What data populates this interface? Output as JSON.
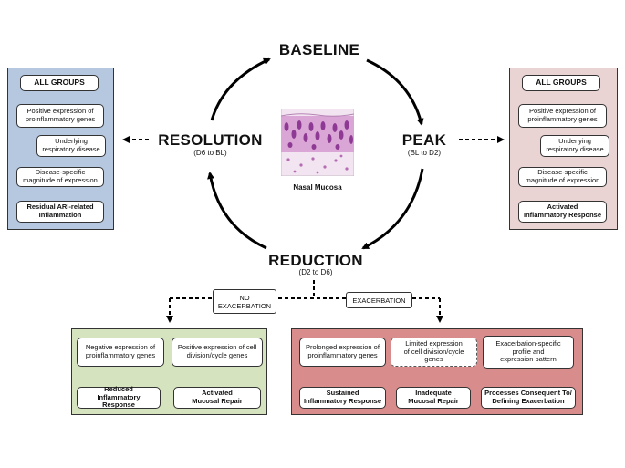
{
  "stages": {
    "baseline": "BASELINE",
    "peak": {
      "label": "PEAK",
      "sub": "(BL to D2)"
    },
    "resolution": {
      "label": "RESOLUTION",
      "sub": "(D6 to BL)"
    },
    "reduction": {
      "label": "REDUCTION",
      "sub": "(D2 to D6)"
    }
  },
  "center": {
    "caption": "Nasal Mucosa"
  },
  "left_panel": {
    "title": "ALL GROUPS",
    "box1": "Positive expression of\nproinflammatory genes",
    "box2": "Underlying\nrespiratory disease",
    "box3": "Disease-specific\nmagnitude of expression",
    "box4": "Residual ARI-related\nInflammation"
  },
  "right_panel": {
    "title": "ALL GROUPS",
    "box1": "Positive expression of\nproinflammatory  genes",
    "box2": "Underlying\nrespiratory disease",
    "box3": "Disease-specific\nmagnitude of expression",
    "box4": "Activated\nInflammatory Response"
  },
  "branches": {
    "no_exacerbation": "NO\nEXACERBATION",
    "exacerbation": "EXACERBATION"
  },
  "green_panel": {
    "top1": "Negative expression of\nproinflammatory genes",
    "top2": "Positive expression of cell\ndivision/cycle genes",
    "bottom1": "Reduced\nInflammatory Response",
    "bottom2": "Activated\nMucosal Repair"
  },
  "red_panel": {
    "top1": "Prolonged expression of\nproinflammatory genes",
    "top2": "Limited expression\nof cell division/cycle genes",
    "top3": "Exacerbation-specific\nprofile and\nexpression pattern",
    "bottom1": "Sustained\nInflammatory Response",
    "bottom2": "Inadequate\nMucosal Repair",
    "bottom3": "Processes Consequent To/\nDefining Exacerbation"
  },
  "colors": {
    "left_panel_bg": "#b5c8df",
    "right_panel_bg": "#ead3d3",
    "green_panel_bg": "#d5e3be",
    "red_panel_bg": "#d88c8c"
  }
}
